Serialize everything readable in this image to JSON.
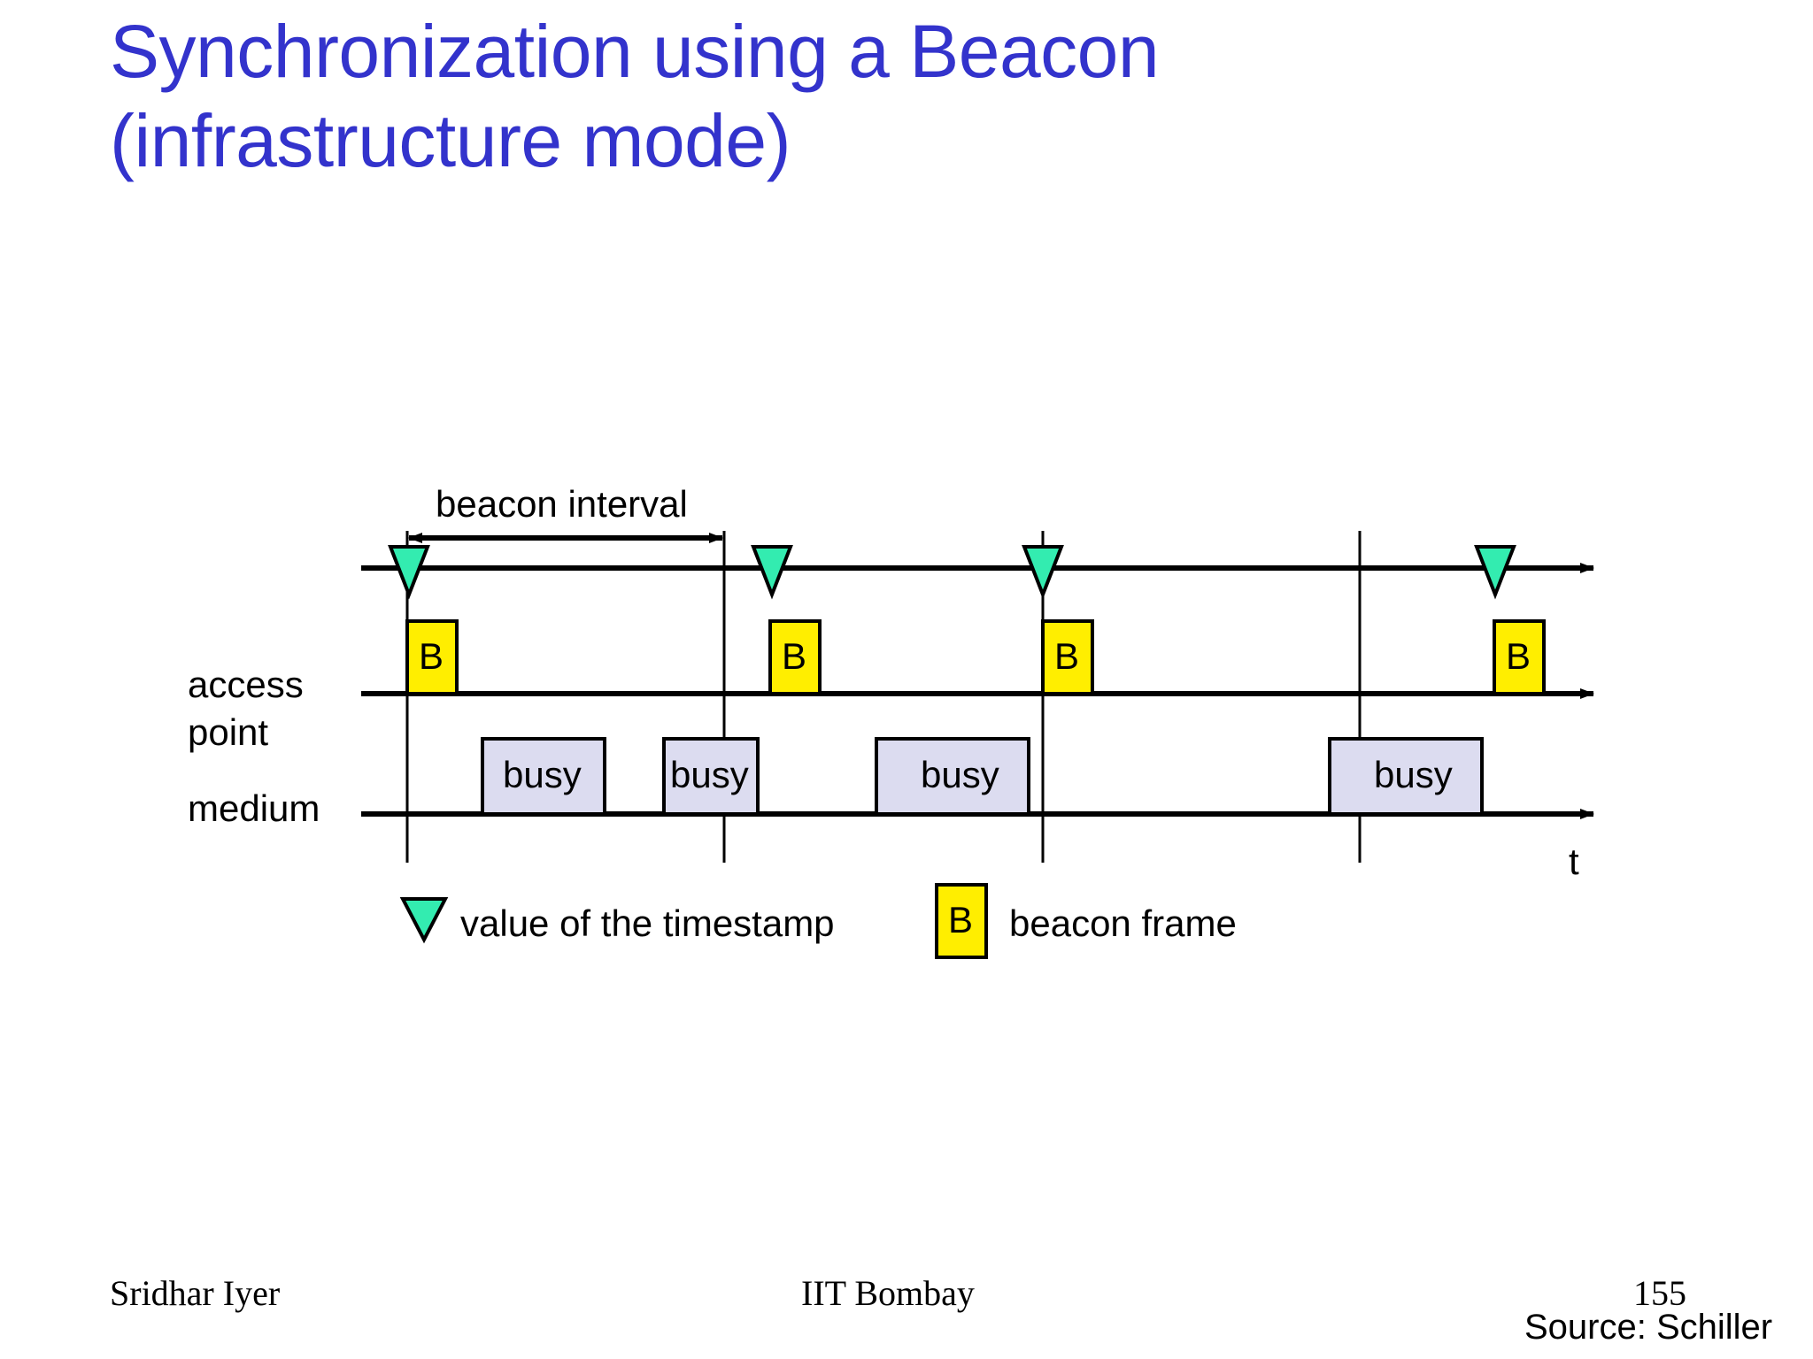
{
  "slide": {
    "title": "Synchronization using a Beacon\n(infrastructure mode)",
    "title_color": "#3333cc",
    "page_number": "155"
  },
  "diagram": {
    "interval_label": "beacon interval",
    "row_labels": {
      "access": "access",
      "point": "point",
      "medium": "medium"
    },
    "time_axis_label": "t",
    "beacon_frames": [
      {
        "label": "B"
      },
      {
        "label": "B"
      },
      {
        "label": "B"
      },
      {
        "label": "B"
      }
    ],
    "busy_periods": [
      {
        "label": "busy"
      },
      {
        "label": "busy"
      },
      {
        "label": "busy"
      },
      {
        "label": "busy"
      }
    ],
    "timestamp_markers": 4,
    "colors": {
      "beacon_fill": "#ffee00",
      "beacon_stroke": "#000000",
      "busy_fill": "#dcdcf0",
      "busy_stroke": "#000000",
      "timestamp_fill": "#33ecb0",
      "timestamp_stroke": "#000000",
      "axis": "#000000"
    }
  },
  "legend": {
    "timestamp_text": "value of the timestamp",
    "beacon_text": "beacon frame",
    "beacon_box_label": "B"
  },
  "footer": {
    "author": "Sridhar Iyer",
    "organization": "IIT Bombay",
    "page": "155",
    "source": "Source: Schiller"
  }
}
